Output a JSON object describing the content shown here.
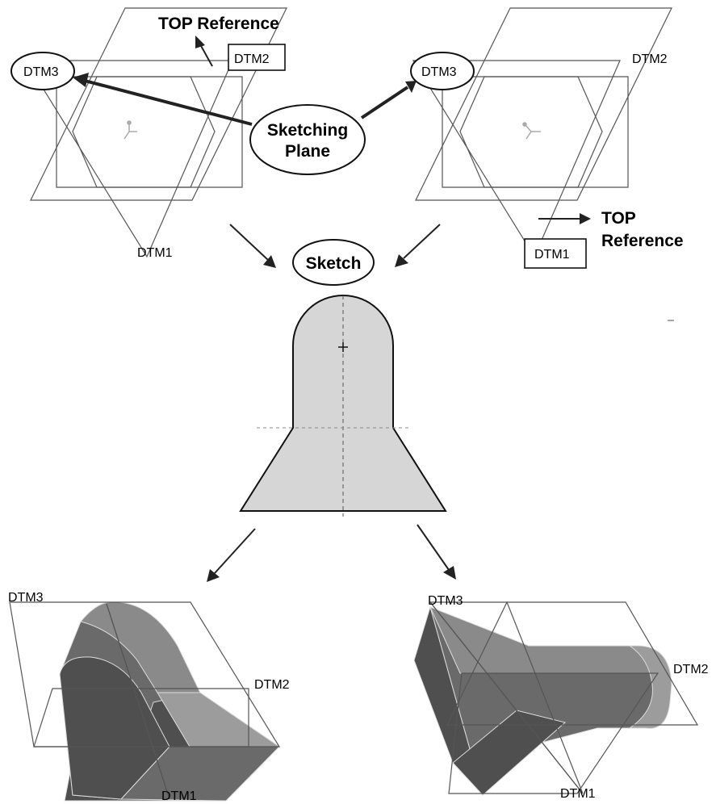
{
  "labels": {
    "top_reference_left": "TOP Reference",
    "dtm2_left": "DTM2",
    "dtm3_left": "DTM3",
    "dtm1_left": "DTM1",
    "sketching_plane_line1": "Sketching",
    "sketching_plane_line2": "Plane",
    "dtm3_right": "DTM3",
    "dtm2_right": "DTM2",
    "top_reference_right_line1": "TOP",
    "top_reference_right_line2": "Reference",
    "dtm1_right": "DTM1",
    "sketch": "Sketch",
    "dtm3_bottom_left": "DTM3",
    "dtm2_bottom_left": "DTM2",
    "dtm1_bottom_left": "DTM1",
    "dtm3_bottom_right": "DTM3",
    "dtm2_bottom_right": "DTM2",
    "dtm1_bottom_right": "DTM1"
  },
  "colors": {
    "sketch_fill": "#d6d6d6",
    "solid_dark": "#4f4f4f",
    "solid_mid": "#6a6a6a",
    "solid_light": "#9c9c9c"
  }
}
